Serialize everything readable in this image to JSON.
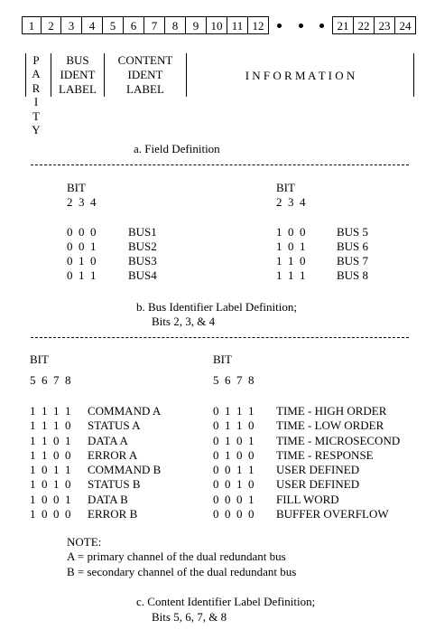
{
  "bit_row": {
    "left_numbers": [
      "1",
      "2",
      "3",
      "4",
      "5",
      "6",
      "7",
      "8",
      "9",
      "10",
      "11",
      "12"
    ],
    "right_numbers": [
      "21",
      "22",
      "23",
      "24"
    ]
  },
  "field_definition": {
    "parity_letters": [
      "P",
      "A",
      "R",
      "I",
      "T",
      "Y"
    ],
    "bus_ident_label": [
      "BUS",
      "IDENT",
      "LABEL"
    ],
    "content_ident_label": [
      "CONTENT",
      "IDENT",
      "LABEL"
    ],
    "information": "I N F O R M A T I O N",
    "caption": "a.  Field Definition"
  },
  "bus_identifier": {
    "left": {
      "bit_header": "BIT",
      "bit_numbers": "2  3  4",
      "codes": [
        "0  0  0",
        "0  0  1",
        "0  1  0",
        "0  1  1"
      ],
      "names": [
        "BUS1",
        "BUS2",
        "BUS3",
        "BUS4"
      ]
    },
    "right": {
      "bit_header": "BIT",
      "bit_numbers": "2  3  4",
      "codes": [
        "1  0  0",
        "1  0  1",
        "1  1  0",
        "1  1  1"
      ],
      "names": [
        "BUS 5",
        "BUS 6",
        "BUS 7",
        "BUS 8"
      ]
    },
    "caption_line1": "b.  Bus Identifier Label Definition;",
    "caption_line2": "Bits 2, 3, & 4"
  },
  "content_identifier": {
    "left": {
      "bit_header": "BIT",
      "bit_numbers": "5  6  7  8",
      "codes": [
        "1  1  1  1",
        "1  1  1  0",
        "1  1  0  1",
        "1  1  0  0",
        "1  0  1  1",
        "1  0  1  0",
        "1  0  0  1",
        "1  0  0  0"
      ],
      "names": [
        "COMMAND A",
        "STATUS A",
        "DATA A",
        "ERROR A",
        "COMMAND B",
        "STATUS B",
        "DATA B",
        "ERROR B"
      ]
    },
    "right": {
      "bit_header": "BIT",
      "bit_numbers": "5  6  7  8",
      "codes": [
        "0  1  1  1",
        "0  1  1  0",
        "0  1  0  1",
        "0  1  0  0",
        "0  0  1  1",
        "0  0  1  0",
        "0  0  0  1",
        "0  0  0  0"
      ],
      "names": [
        "TIME - HIGH ORDER",
        "TIME - LOW ORDER",
        "TIME - MICROSECOND",
        "TIME - RESPONSE",
        "USER DEFINED",
        "USER DEFINED",
        "FILL WORD",
        "BUFFER OVERFLOW"
      ]
    },
    "note_title": "NOTE:",
    "note_a": "A = primary channel of the dual redundant bus",
    "note_b": "B = secondary channel of the dual redundant bus",
    "caption_line1": "c.  Content Identifier Label Definition;",
    "caption_line2": "Bits 5, 6, 7, & 8"
  }
}
